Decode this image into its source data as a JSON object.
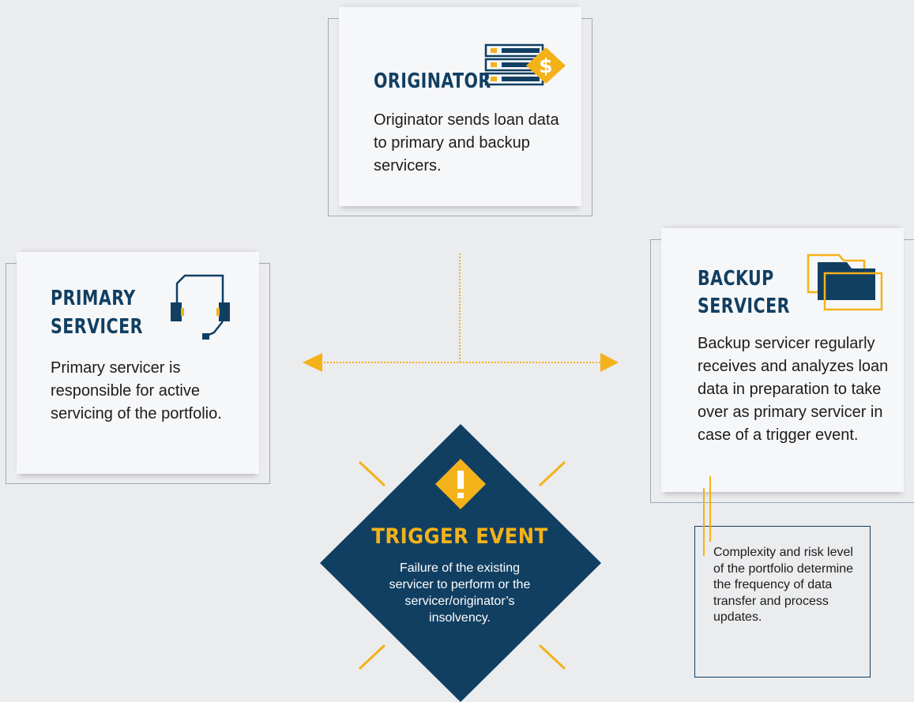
{
  "colors": {
    "background": "#ebecee",
    "navy": "#113f62",
    "accent": "#f4b21a",
    "card": "#f6f7f9"
  },
  "originator": {
    "title": "ORIGINATOR",
    "text": "Originator sends loan data to primary and backup servicers.",
    "icon": "server-dollar-icon"
  },
  "primary": {
    "title_line1": "PRIMARY",
    "title_line2": "SERVICER",
    "text": "Primary servicer is responsible for active servicing of the portfolio.",
    "icon": "headset-icon"
  },
  "backup": {
    "title_line1": "BACKUP",
    "title_line2": "SERVICER",
    "text": "Backup servicer regularly receives and analyzes loan data in preparation to take over as primary servicer in case of a trigger event.",
    "icon": "folders-icon"
  },
  "trigger": {
    "title": "TRIGGER EVENT",
    "text": "Failure of the existing servicer to perform or the servicer/originator’s insolvency.",
    "icon": "warning-icon"
  },
  "note": {
    "text": "Complexity and risk level of the portfolio determine the frequency of data transfer and process updates."
  }
}
